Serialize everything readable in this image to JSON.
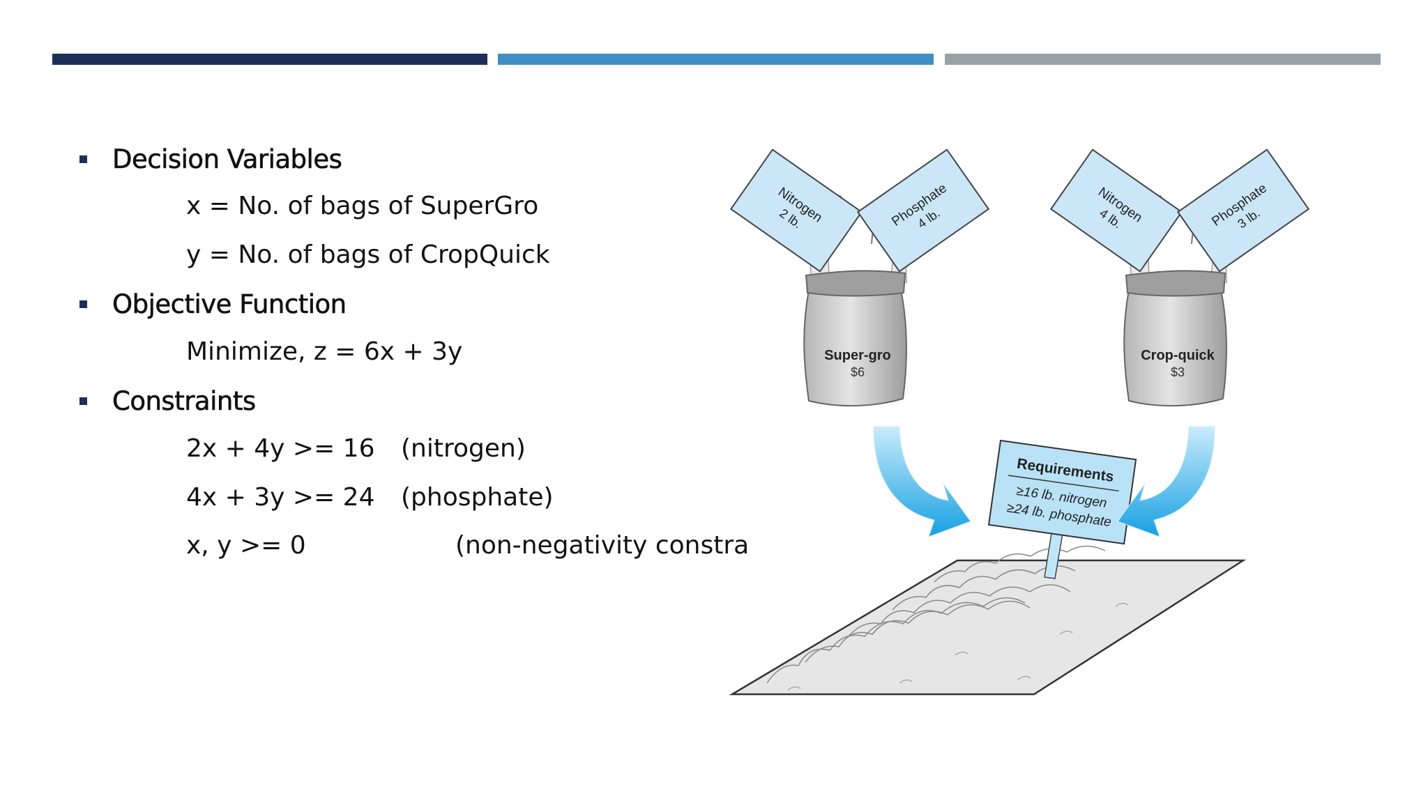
{
  "slide": {
    "sections": [
      {
        "heading": "Decision Variables"
      },
      {
        "heading": "Objective Function"
      },
      {
        "heading": "Constraints"
      }
    ],
    "decision_variables": [
      "x = No. of bags of SuperGro",
      "y = No. of bags of CropQuick"
    ],
    "objective": "Minimize, z = 6x + 3y",
    "constraints": [
      {
        "expr": "2x + 4y >= 16",
        "note": "(nitrogen)"
      },
      {
        "expr": "4x + 3y >= 24",
        "note": "(phosphate)"
      },
      {
        "expr": "x, y >= 0",
        "note": "(non-negativity constra"
      }
    ]
  },
  "figure": {
    "supergro": {
      "nitrogen_box": [
        "Nitrogen",
        "2 lb."
      ],
      "phosphate_box": [
        "Phosphate",
        "4 lb."
      ],
      "name": "Super-gro",
      "price": "$6"
    },
    "cropquick": {
      "nitrogen_box": [
        "Nitrogen",
        "4 lb."
      ],
      "phosphate_box": [
        "Phosphate",
        "3 lb."
      ],
      "name": "Crop-quick",
      "price": "$3"
    },
    "sign": {
      "title": "Requirements",
      "lines": [
        "≥16 lb. nitrogen",
        "≥24 lb. phosphate"
      ]
    }
  },
  "colors": {
    "dark_navy": "#1b2f58",
    "mid_blue": "#3f8fc4",
    "gray": "#98a1a6",
    "box_fill": "#cbe7f7",
    "arrow_blue": "#29a9e6"
  }
}
